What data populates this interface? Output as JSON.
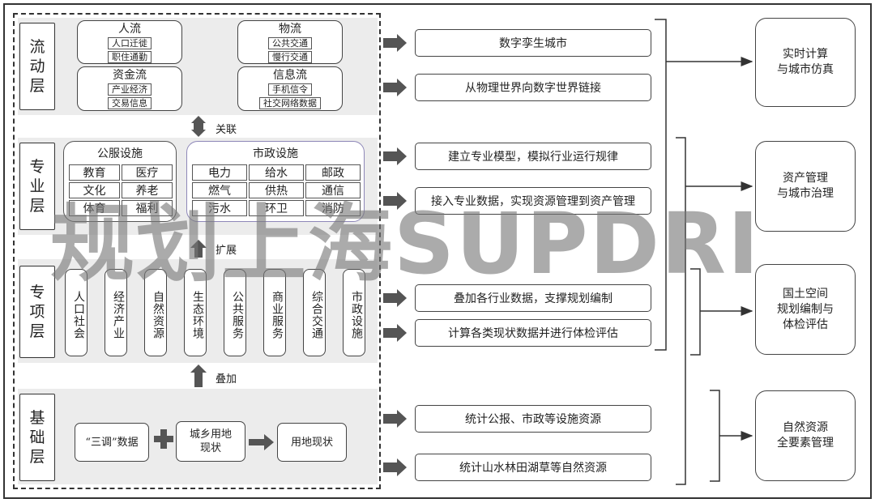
{
  "layers": {
    "flow": {
      "label": [
        "流",
        "动",
        "层"
      ],
      "groups": [
        {
          "title": "人流",
          "items": [
            "人口迁徙",
            "职住通勤"
          ]
        },
        {
          "title": "物流",
          "items": [
            "公共交通",
            "慢行交通"
          ]
        },
        {
          "title": "资金流",
          "items": [
            "产业经济",
            "交易信息"
          ]
        },
        {
          "title": "信息流",
          "items": [
            "手机信令",
            "社交网络数据"
          ]
        }
      ]
    },
    "professional": {
      "label": [
        "专",
        "业",
        "层"
      ],
      "public_title": "公服设施",
      "public_items": [
        "教育",
        "医疗",
        "文化",
        "养老",
        "体育",
        "福利"
      ],
      "municipal_title": "市政设施",
      "municipal_items": [
        "电力",
        "给水",
        "邮政",
        "燃气",
        "供热",
        "通信",
        "污水",
        "环卫",
        "消防"
      ]
    },
    "special": {
      "label": [
        "专",
        "项",
        "层"
      ],
      "items": [
        "人口社会",
        "经济产业",
        "自然资源",
        "生态环境",
        "公共服务",
        "商业服务",
        "综合交通",
        "市政设施"
      ]
    },
    "base": {
      "label": [
        "基",
        "础",
        "层"
      ],
      "items": [
        "“三调”数据",
        "城乡用地现状",
        "用地现状"
      ],
      "item2_lines": [
        "城乡用地",
        "现状"
      ]
    }
  },
  "connectors": {
    "relate": "关联",
    "extend": "扩展",
    "overlay": "叠加"
  },
  "middle": [
    "数字孪生城市",
    "从物理世界向数字世界链接",
    "建立专业模型，模拟行业运行规律",
    "接入专业数据，实现资源管理到资产管理",
    "叠加各行业数据，支撑规划编制",
    "计算各类现状数据并进行体检评估",
    "统计公报、市政等设施资源",
    "统计山水林田湖草等自然资源"
  ],
  "right": [
    [
      "实时计算",
      "与城市仿真"
    ],
    [
      "资产管理",
      "与城市治理"
    ],
    [
      "国土空间",
      "规划编制与",
      "体检评估"
    ],
    [
      "自然资源",
      "全要素管理"
    ]
  ],
  "watermark": "规划上海SUPDRI"
}
